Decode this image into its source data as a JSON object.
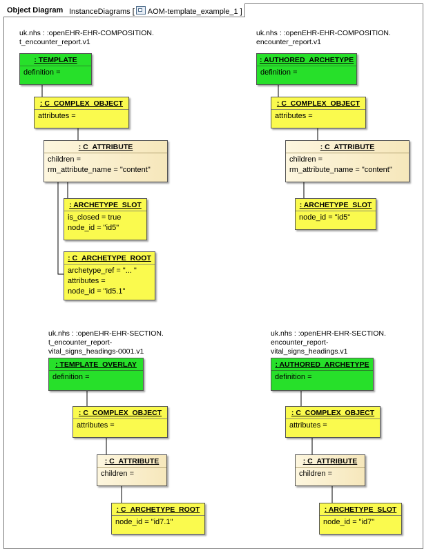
{
  "tab": {
    "kind": "Object Diagram",
    "path_prefix": "InstanceDiagrams [",
    "diagram_name": "AOM-template_example_1",
    "path_suffix": "]",
    "icon": "diagram-icon"
  },
  "packages": {
    "p1": "uk.nhs : :openEHR-EHR-COMPOSITION.\nt_encounter_report.v1",
    "p2": "uk.nhs : :openEHR-EHR-COMPOSITION.\nencounter_report.v1",
    "p3": "uk.nhs : :openEHR-EHR-SECTION.\nt_encounter_report-\nvital_signs_headings-0001.v1",
    "p4": "uk.nhs : :openEHR-EHR-SECTION.\nencounter_report-\nvital_signs_headings.v1"
  },
  "objects": {
    "o1": {
      "title": ": TEMPLATE",
      "lines": [
        "definition ="
      ]
    },
    "o2": {
      "title": ": C_COMPLEX_OBJECT",
      "lines": [
        "attributes ="
      ]
    },
    "o3": {
      "title": ": C_ATTRIBUTE",
      "lines": [
        "children =",
        "rm_attribute_name = \"content\""
      ]
    },
    "o4": {
      "title": ": ARCHETYPE_SLOT",
      "lines": [
        "is_closed = true",
        "node_id = \"id5\""
      ]
    },
    "o5": {
      "title": ": C_ARCHETYPE_ROOT",
      "lines": [
        "archetype_ref = \"... \"",
        "attributes =",
        "node_id = \"id5.1\""
      ]
    },
    "o6": {
      "title": ": AUTHORED_ARCHETYPE",
      "lines": [
        "definition ="
      ]
    },
    "o7": {
      "title": ": C_COMPLEX_OBJECT",
      "lines": [
        "attributes ="
      ]
    },
    "o8": {
      "title": ": C_ATTRIBUTE",
      "lines": [
        "children =",
        "rm_attribute_name = \"content\""
      ]
    },
    "o9": {
      "title": ": ARCHETYPE_SLOT",
      "lines": [
        "node_id = \"id5\""
      ]
    },
    "o10": {
      "title": ": TEMPLATE_OVERLAY",
      "lines": [
        "definition ="
      ]
    },
    "o11": {
      "title": ": C_COMPLEX_OBJECT",
      "lines": [
        "attributes ="
      ]
    },
    "o12": {
      "title": ": C_ATTRIBUTE",
      "lines": [
        "children ="
      ]
    },
    "o13": {
      "title": ": C_ARCHETYPE_ROOT",
      "lines": [
        "node_id = \"id7.1\""
      ]
    },
    "o14": {
      "title": ": AUTHORED_ARCHETYPE",
      "lines": [
        "definition ="
      ]
    },
    "o15": {
      "title": ": C_COMPLEX_OBJECT",
      "lines": [
        "attributes ="
      ]
    },
    "o16": {
      "title": ": C_ATTRIBUTE",
      "lines": [
        "children ="
      ]
    },
    "o17": {
      "title": ": ARCHETYPE_SLOT",
      "lines": [
        "node_id = \"id7\""
      ]
    }
  },
  "colors": {
    "object_fill": "#fafa4e",
    "archetype_fill": "#27e02a",
    "attribute_fill": "#f6e7bb",
    "line": "#000000"
  }
}
